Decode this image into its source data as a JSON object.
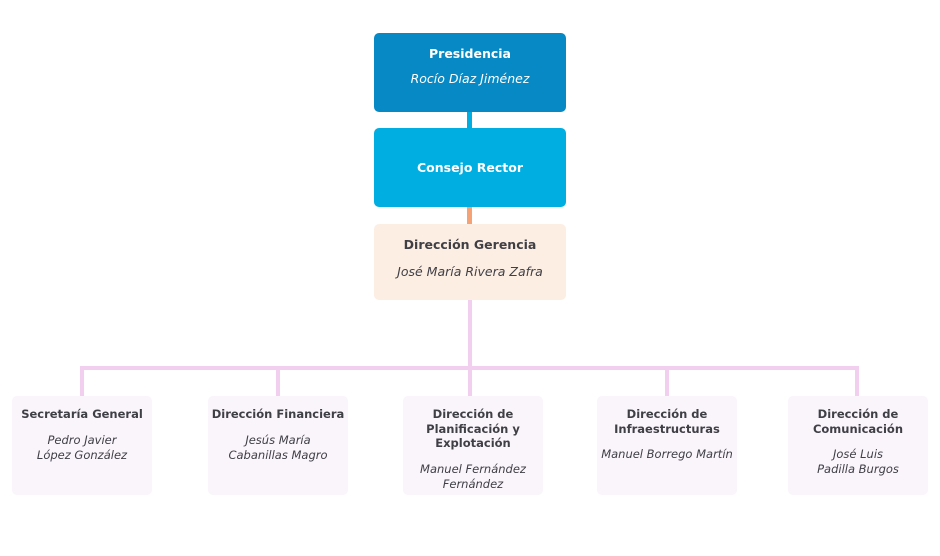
{
  "chart_data": {
    "type": "diagram",
    "diagram_type": "organizational-chart",
    "title": "",
    "orientation": "top-down",
    "levels": 4,
    "nodes": [
      {
        "id": "presidencia",
        "level": 1,
        "title": "Presidencia",
        "person": "Rocío Díaz Jiménez",
        "parent": null
      },
      {
        "id": "consejo-rector",
        "level": 2,
        "title": "Consejo Rector",
        "person": "",
        "parent": "presidencia"
      },
      {
        "id": "direccion-gerencia",
        "level": 3,
        "title": "Dirección Gerencia",
        "person": "José María Rivera Zafra",
        "parent": "consejo-rector"
      },
      {
        "id": "secretaria-general",
        "level": 4,
        "title": "Secretaría General",
        "person": "Pedro Javier\nLópez González",
        "parent": "direccion-gerencia"
      },
      {
        "id": "direccion-financiera",
        "level": 4,
        "title": "Dirección Financiera",
        "person": "Jesús María\nCabanillas Magro",
        "parent": "direccion-gerencia"
      },
      {
        "id": "direccion-planificacion",
        "level": 4,
        "title": "Dirección de\nPlanificación y\nExplotación",
        "person": "Manuel Fernández\nFernández",
        "parent": "direccion-gerencia"
      },
      {
        "id": "direccion-infraestructuras",
        "level": 4,
        "title": "Dirección de\nInfraestructuras",
        "person": "Manuel Borrego Martín",
        "parent": "direccion-gerencia"
      },
      {
        "id": "direccion-comunicacion",
        "level": 4,
        "title": "Dirección de\nComunicación",
        "person": "José Luis\nPadilla Burgos",
        "parent": "direccion-gerencia"
      }
    ],
    "colors": {
      "presidencia_bg": "#0689c4",
      "presidencia_text": "#ffffff",
      "consejo_bg": "#00aee2",
      "consejo_text": "#ffffff",
      "gerencia_bg": "#fdeee3",
      "gerencia_text": "#3f3f46",
      "leaf_bg": "#faf4fb",
      "leaf_text": "#3f3f46",
      "connector_blue": "#00aee2",
      "connector_orange": "#f5a376",
      "connector_pink": "#f3cfef",
      "page_background": "#ffffff"
    }
  },
  "presidencia": {
    "title": "Presidencia",
    "person": "Rocío Díaz Jiménez"
  },
  "consejo": {
    "title": "Consejo Rector"
  },
  "gerencia": {
    "title": "Dirección Gerencia",
    "person": "José María Rivera Zafra"
  },
  "leaves": [
    {
      "title": "Secretaría General",
      "person": "Pedro Javier\nLópez González"
    },
    {
      "title": "Dirección Financiera",
      "person": "Jesús María\nCabanillas Magro"
    },
    {
      "title": "Dirección de\nPlanificación y\nExplotación",
      "person": "Manuel Fernández\nFernández"
    },
    {
      "title": "Dirección de\nInfraestructuras",
      "person": "Manuel Borrego Martín"
    },
    {
      "title": "Dirección de\nComunicación",
      "person": "José Luis\nPadilla Burgos"
    }
  ]
}
